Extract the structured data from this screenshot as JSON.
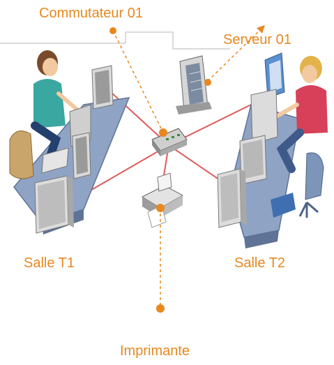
{
  "labels": {
    "switch": "Commutateur 01",
    "server": "Serveur 01",
    "room_t1": "Salle T1",
    "room_t2": "Salle T2",
    "printer": "Imprimante"
  },
  "colors": {
    "accent": "#e8871e",
    "network_link": "#e05a5a",
    "desk": "#8fa3c4",
    "desk_dark": "#5f7396",
    "computer": "#d9d9d9",
    "computer_dark": "#9a9a9a"
  }
}
